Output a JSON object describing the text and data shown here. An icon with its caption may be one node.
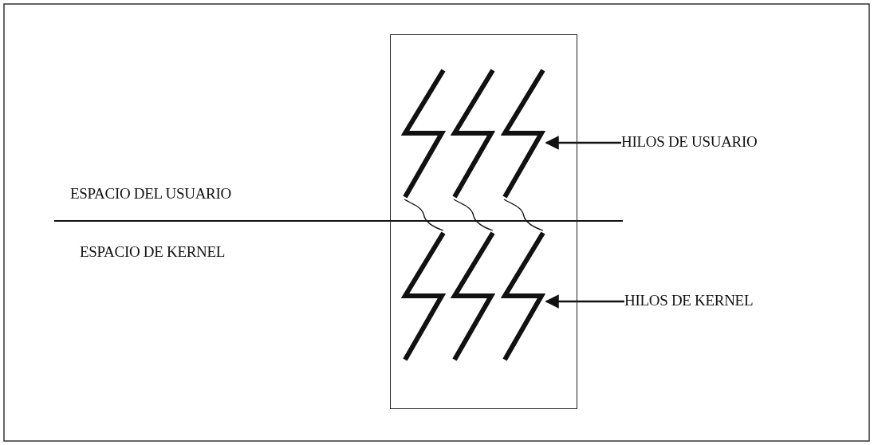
{
  "diagram": {
    "nodes": [
      {
        "text": [],
        "shape": "box"
      },
      {
        "text": [],
        "shape": "zigzag",
        "in": 0
      },
      {
        "text": [],
        "shape": "zigzag",
        "in": 0
      },
      {
        "text": [],
        "shape": "zigzag",
        "in": 0
      },
      {
        "text": [],
        "shape": "zigzag",
        "in": 0
      },
      {
        "text": [],
        "shape": "zigzag",
        "in": 0
      },
      {
        "text": [],
        "shape": "zigzag",
        "in": 0
      },
      {
        "text": [
          "HILOS DE USUARIO"
        ]
      },
      {
        "text": [
          "HILOS DE KERNEL"
        ]
      }
    ],
    "edges": [
      {
        "from": 7,
        "to": 3,
        "arrow": "to"
      },
      {
        "from": 8,
        "to": 6,
        "arrow": "to"
      },
      {
        "from": 1,
        "to": 4,
        "arrow": "none"
      },
      {
        "from": 2,
        "to": 5,
        "arrow": "none"
      },
      {
        "from": 3,
        "to": 6,
        "arrow": "none"
      }
    ],
    "labels": [
      "ESPACIO DEL USUARIO",
      "ESPACIO DE KERNEL"
    ]
  }
}
